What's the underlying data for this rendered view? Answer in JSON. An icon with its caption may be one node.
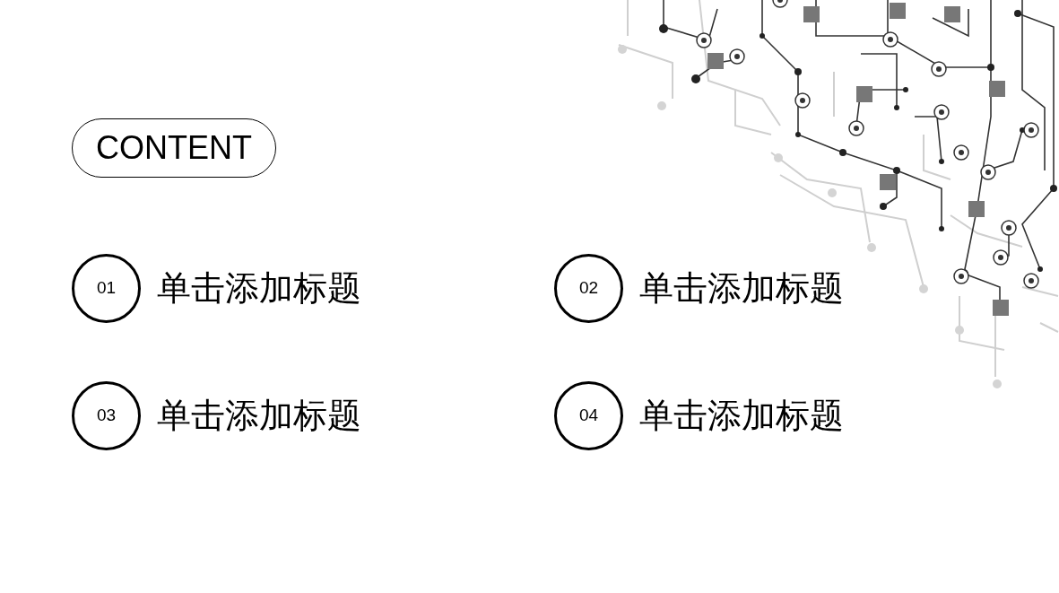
{
  "diagram": {
    "nodes": [
      {
        "text": [
          "CONTENT"
        ]
      },
      {
        "text": [
          "01"
        ],
        "beside": [
          "单击添加标题"
        ]
      },
      {
        "text": [
          "02"
        ],
        "beside": [
          "单击添加标题"
        ]
      },
      {
        "text": [
          "03"
        ],
        "beside": [
          "单击添加标题"
        ]
      },
      {
        "text": [
          "04"
        ],
        "beside": [
          "单击添加标题"
        ]
      }
    ]
  }
}
